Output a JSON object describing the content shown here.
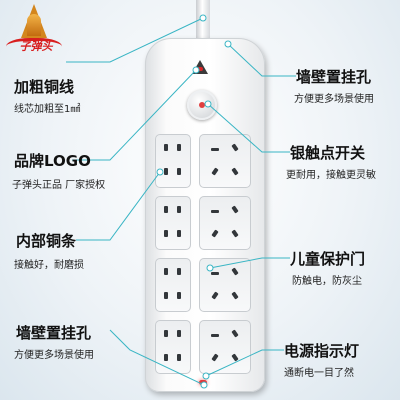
{
  "brand": {
    "logo_text": "子弹头"
  },
  "callouts": {
    "cable": {
      "title": "加粗铜线",
      "desc": "线芯加粗至1㎟"
    },
    "hang_top": {
      "title": "墙壁置挂孔",
      "desc": "方便更多场景使用"
    },
    "switch": {
      "title": "银触点开关",
      "desc": "更耐用，接触更灵敏"
    },
    "logo": {
      "title": "品牌LOGO",
      "desc": "子弹头正品 厂家授权"
    },
    "copper": {
      "title": "内部铜条",
      "desc": "接触好，耐磨损"
    },
    "child_safety": {
      "title": "儿童保护门",
      "desc": "防触电，防灰尘"
    },
    "hang_bottom": {
      "title": "墙壁置挂孔",
      "desc": "方便更多场景使用"
    },
    "indicator": {
      "title": "电源指示灯",
      "desc": "通断电一目了然"
    }
  },
  "product": {
    "outlet_rows": 4
  },
  "colors": {
    "accent_line": "#39b5c4",
    "logo_red": "#d81e1e",
    "logo_gold": "#d3861d"
  }
}
